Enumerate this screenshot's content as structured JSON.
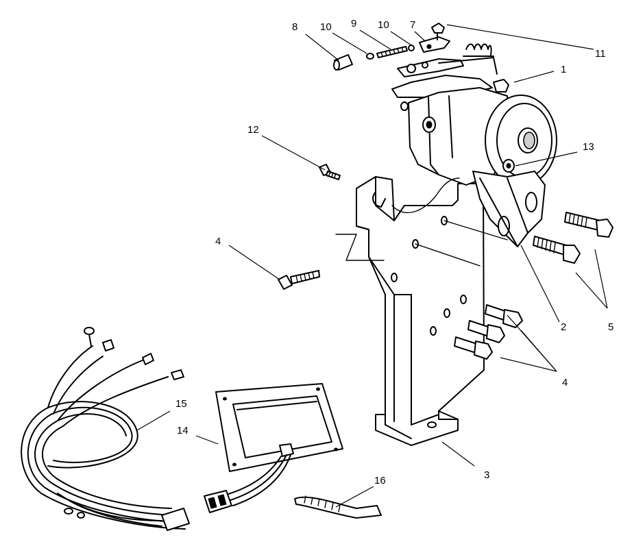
{
  "callouts": {
    "c1": "1",
    "c2": "2",
    "c3": "3",
    "c4a": "4",
    "c4b": "4",
    "c5": "5",
    "c7": "7",
    "c8": "8",
    "c9": "9",
    "c10a": "10",
    "c10b": "10",
    "c11": "11",
    "c12": "12",
    "c13": "13",
    "c14": "14",
    "c15": "15",
    "c16": "16"
  },
  "colors": {
    "line": "#000000",
    "background": "#ffffff"
  }
}
